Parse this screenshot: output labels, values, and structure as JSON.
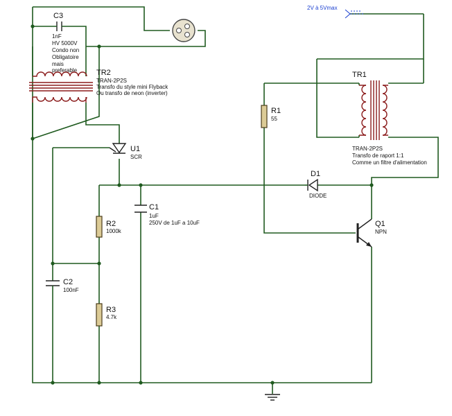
{
  "components": {
    "c3": {
      "ref": "C3",
      "lines": [
        "1nF",
        "HV 5000V",
        "Condo non",
        "Obligatoire",
        "mais",
        "preferable"
      ]
    },
    "tr2": {
      "ref": "TR2",
      "lines": [
        "TRAN-2P2S",
        "Transfo du style mini Flyback",
        "Ou transfo de neon (inverter)"
      ]
    },
    "tr1": {
      "ref": "TR1",
      "lines": [
        "TRAN-2P2S",
        "Transfo de raport 1:1",
        "Comme un filtre d'alimentation"
      ]
    },
    "u1": {
      "ref": "U1",
      "value": "SCR"
    },
    "r1": {
      "ref": "R1",
      "value": "55"
    },
    "d1": {
      "ref": "D1",
      "value": "DIODE"
    },
    "q1": {
      "ref": "Q1",
      "value": "NPN"
    },
    "c1": {
      "ref": "C1",
      "lines": [
        "1uF",
        "250V de 1uF a 10uF"
      ]
    },
    "r2": {
      "ref": "R2",
      "value": "1000k"
    },
    "c2": {
      "ref": "C2",
      "value": "100nF"
    },
    "r3": {
      "ref": "R3",
      "value": "4.7k"
    }
  },
  "probe": {
    "label": "2V à 5Vmax"
  }
}
